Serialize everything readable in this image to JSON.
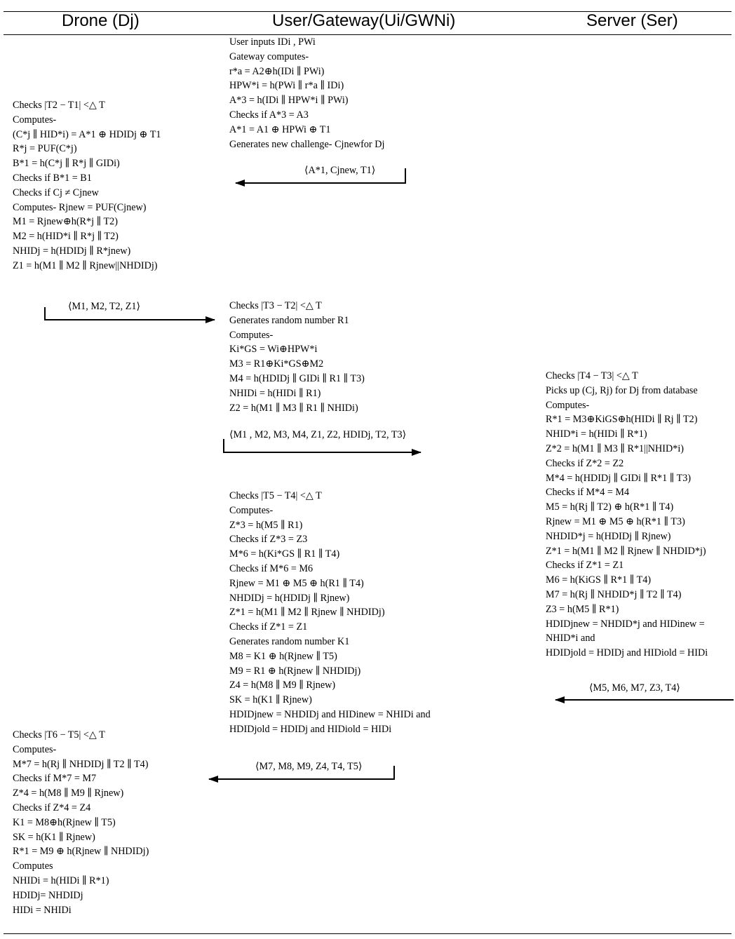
{
  "headers": {
    "drone": "Drone (Dj)",
    "gateway": "User/Gateway(Ui/GWNi)",
    "server": "Server (Ser)"
  },
  "gateway_step1": [
    "User inputs IDi , PWi",
    "Gateway computes-",
    "r*a = A2⊕h(IDi ∥ PWi)",
    "HPW*i = h(PWi ∥  r*a ∥ IDi)",
    "A*3 = h(IDi ∥  HPW*i ∥ PWi)",
    "Checks if A*3 = A3",
    "A*1 = A1 ⊕ HPWi ⊕ T1",
    "Generates new challenge- Cjnewfor Dj"
  ],
  "msg1": "⟨A*1, Cjnew, T1⟩",
  "drone_step1": [
    "Checks |T2 − T1| <△ T",
    "Computes-",
    "(C*j ∥ HID*i) = A*1 ⊕ HDIDj ⊕ T1",
    "R*j = PUF(C*j)",
    "B*1 = h(C*j ∥ R*j ∥ GIDi)",
    "Checks if B*1 = B1",
    "Checks if Cj ≠ Cjnew",
    "Computes- Rjnew =  PUF(Cjnew)",
    "M1 = Rjnew⊕h(R*j ∥ T2)",
    "M2 = h(HID*i ∥ R*j ∥ T2)",
    "NHIDj = h(HDIDj ∥ R*jnew)",
    "Z1 = h(M1 ∥ M2 ∥ Rjnew||NHDIDj)"
  ],
  "msg2": "⟨M1, M2, T2, Z1⟩",
  "gateway_step2": [
    "Checks |T3 − T2| <△ T",
    "Generates random number R1",
    "Computes-",
    "Ki*GS = Wi⊕HPW*i",
    "M3 = R1⊕Ki*GS⊕M2",
    "M4 = h(HDIDj ∥ GIDi ∥ R1 ∥ T3)",
    "NHIDi = h(HIDi ∥ R1)",
    "Z2 = h(M1 ∥ M3 ∥ R1 ∥ NHIDi)"
  ],
  "msg3": "⟨M1 , M2, M3, M4, Z1, Z2, HDIDj, T2, T3⟩",
  "server_step": [
    "Checks |T4 − T3| <△ T",
    "Picks up (Cj, Rj) for Dj from database",
    "Computes-",
    "R*1 = M3⊕KiGS⊕h(HIDi ∥ Rj ∥ T2)",
    "NHID*i = h(HIDi ∥ R*1)",
    "Z*2 =  h(M1 ∥ M3 ∥ R*1||NHID*i)",
    "Checks if Z*2 = Z2",
    "M*4 = h(HDIDj ∥ GIDi ∥ R*1 ∥ T3)",
    "Checks if M*4 = M4",
    "M5 = h(Rj ∥ T2) ⊕ h(R*1 ∥ T4)",
    "Rjnew = M1 ⊕ M5 ⊕ h(R*1 ∥ T3)",
    "NHDID*j = h(HDIDj ∥ Rjnew)",
    "Z*1 = h(M1 ∥ M2 ∥ Rjnew ∥ NHDID*j)",
    "Checks if Z*1 = Z1",
    "M6 = h(KiGS ∥ R*1 ∥ T4)",
    "M7 = h(Rj ∥ NHDID*j ∥ T2 ∥ T4)",
    "Z3 = h(M5 ∥ R*1)",
    "HDIDjnew = NHDID*j and HIDinew  =",
    "NHID*i and",
    "HDIDjold = HDIDj and  HIDiold = HIDi"
  ],
  "msg4": "⟨M5, M6, M7, Z3, T4⟩",
  "gateway_step3": [
    "Checks |T5 − T4| <△ T",
    "Computes-",
    "Z*3 = h(M5 ∥ R1)",
    "Checks if Z*3 = Z3",
    "M*6 = h(Ki*GS ∥ R1 ∥ T4)",
    "Checks if M*6 = M6",
    "Rjnew = M1 ⊕ M5 ⊕ h(R1 ∥ T4)",
    "NHDIDj = h(HDIDj ∥ Rjnew)",
    "Z*1 =  h(M1 ∥ M2 ∥ Rjnew ∥ NHDIDj)",
    "Checks if Z*1 = Z1",
    "Generates random number K1",
    "M8 = K1 ⊕ h(Rjnew ∥ T5)",
    "M9 = R1 ⊕ h(Rjnew ∥ NHDIDj)",
    "Z4 = h(M8 ∥ M9 ∥ Rjnew)",
    "SK = h(K1 ∥ Rjnew)",
    "HDIDjnew = NHDIDj and HIDinew  = NHIDi and",
    "HDIDjold = HDIDj and  HIDiold = HIDi"
  ],
  "msg5": "⟨M7, M8, M9, Z4, T4, T5⟩",
  "drone_step2": [
    "Checks |T6 − T5| <△ T",
    "Computes-",
    "M*7 = h(Rj ∥ NHDIDj ∥ T2 ∥ T4)",
    "Checks if M*7 = M7",
    "Z*4 = h(M8 ∥ M9 ∥ Rjnew)",
    "Checks if Z*4 = Z4",
    "K1 = M8⊕h(Rjnew ∥ T5)",
    "SK = h(K1 ∥ Rjnew)",
    "R*1 = M9 ⊕ h(Rjnew ∥ NHDIDj)",
    "Computes",
    "NHIDi = h(HIDi ∥ R*1)",
    "HDIDj= NHDIDj",
    "HIDi = NHIDi"
  ]
}
